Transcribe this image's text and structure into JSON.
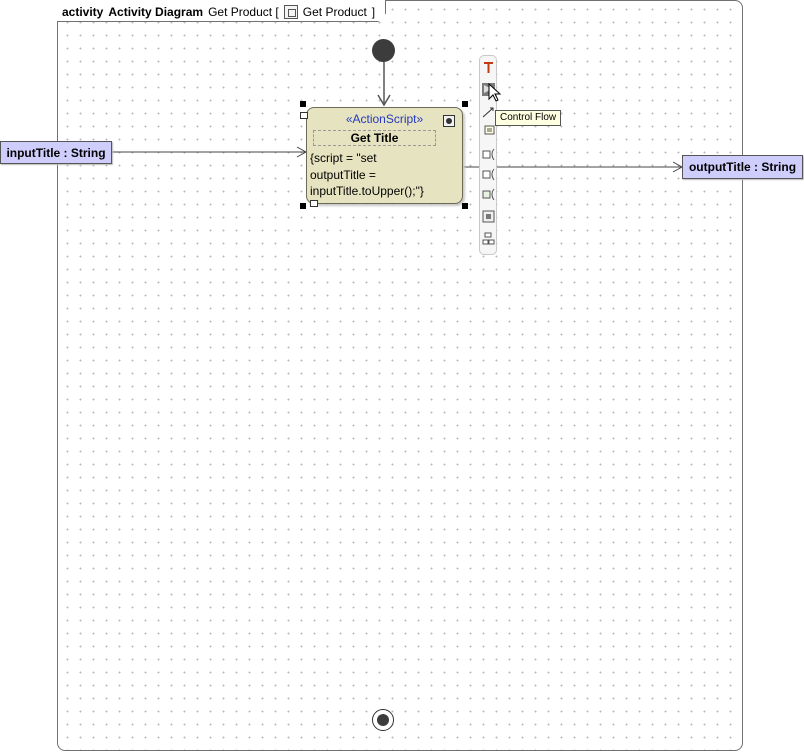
{
  "frame": {
    "kind": "activity",
    "type_label": "Activity Diagram",
    "name_prefix": "Get Product [",
    "name_value": "Get Product",
    "name_suffix": "]"
  },
  "action": {
    "stereotype": "«ActionScript»",
    "name": "Get Title",
    "body_lines": [
      "{script = \"set",
      "outputTitle =",
      "inputTitle.toUpper();\"}"
    ]
  },
  "params": {
    "input": "inputTitle : String",
    "output": "outputTitle : String"
  },
  "tooltip": "Control Flow",
  "palette_icons": [
    "text-tool-icon",
    "control-flow-icon",
    "object-flow-icon",
    "note-icon",
    "input-pin-icon",
    "output-pin-icon",
    "value-pin-icon",
    "action-icon",
    "structure-icon"
  ]
}
